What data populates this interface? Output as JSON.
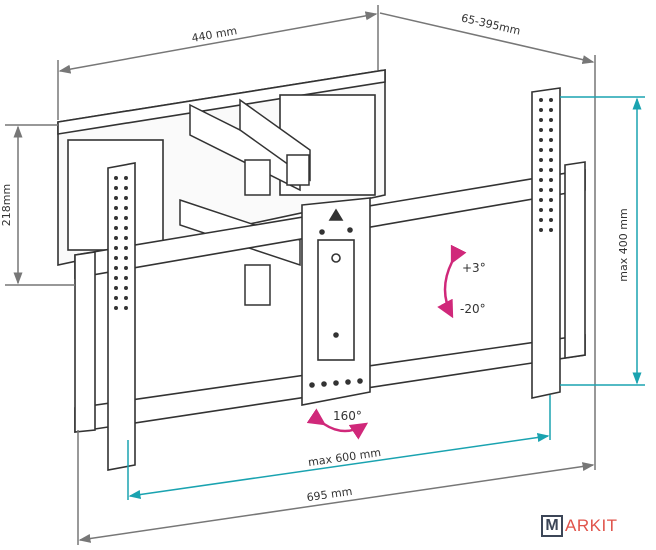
{
  "dimensions": {
    "wall_plate_width": "440 mm",
    "extension": "65-395mm",
    "wall_plate_height": "218mm",
    "max_vesa_width": "max 600 mm",
    "max_vesa_height": "max 400 mm",
    "overall_width": "695 mm"
  },
  "angles": {
    "tilt_up": "+3°",
    "tilt_down": "-20°",
    "swivel": "160°"
  },
  "colors": {
    "line": "#3a3a3a",
    "dimension": "#777777",
    "accent_teal": "#1aa3b0",
    "accent_pink": "#d0287a"
  },
  "logo": {
    "text": "MARKIT"
  }
}
